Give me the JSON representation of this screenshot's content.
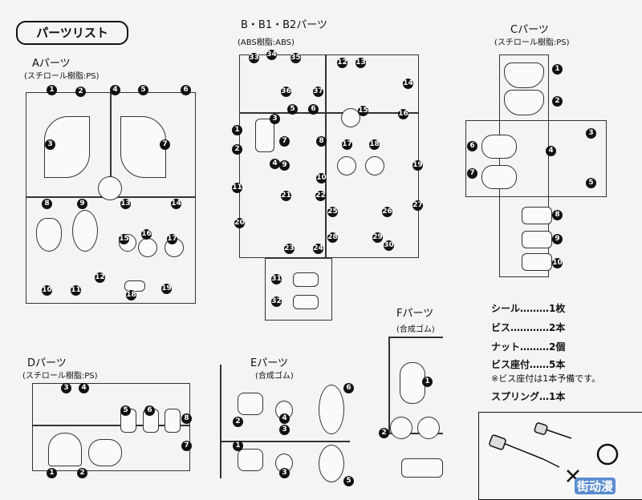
{
  "page": {
    "title": "パーツリスト"
  },
  "sections": {
    "A": {
      "label": "Aパーツ",
      "material": "(スチロール樹脂:PS)",
      "parts": [
        "1",
        "2",
        "3",
        "4",
        "5",
        "6",
        "7",
        "8",
        "9",
        "13",
        "14",
        "15",
        "16",
        "17",
        "12",
        "11",
        "10",
        "18",
        "19"
      ]
    },
    "B": {
      "label": "B・B1・B2パーツ",
      "material": "(ABS樹脂:ABS)",
      "parts": [
        "33",
        "34",
        "35",
        "36",
        "37",
        "12",
        "13",
        "14",
        "1",
        "2",
        "3",
        "4",
        "5",
        "6",
        "7",
        "8",
        "9",
        "10",
        "11",
        "15",
        "16",
        "17",
        "18",
        "19",
        "20",
        "21",
        "22",
        "23",
        "24",
        "25",
        "26",
        "27",
        "28",
        "29",
        "30",
        "31",
        "32"
      ]
    },
    "C": {
      "label": "Cパーツ",
      "material": "(スチロール樹脂:PS)",
      "parts": [
        "1",
        "2",
        "3",
        "4",
        "5",
        "6",
        "7",
        "8",
        "9",
        "10"
      ]
    },
    "D": {
      "label": "Dパーツ",
      "material": "(スチロール樹脂:PS)",
      "parts": [
        "3",
        "4",
        "5",
        "6",
        "8",
        "7",
        "1",
        "2"
      ]
    },
    "E": {
      "label": "Eパーツ",
      "material": "(合成ゴム)",
      "parts": [
        "6",
        "2",
        "4",
        "1",
        "3",
        "5",
        "3"
      ]
    },
    "F": {
      "label": "Fパーツ",
      "material": "(合成ゴム)",
      "parts": [
        "1",
        "2"
      ]
    }
  },
  "contents_list": [
    {
      "name": "シール",
      "qty": "1枚"
    },
    {
      "name": "ビス",
      "qty": "2本"
    },
    {
      "name": "ナット",
      "qty": "2個"
    },
    {
      "name": "ビス座付",
      "qty": "5本"
    },
    {
      "name": "スプリング",
      "qty": "1本"
    }
  ],
  "list_text": {
    "seal": "シール………1枚",
    "screw": "ビス…………2本",
    "nut": "ナット………2個",
    "washer_screw": "ビス座付……5本",
    "note": "※ビス座付は1本予備です。",
    "spring": "スプリング…1本"
  },
  "inset": {
    "icons": [
      "screw-icon",
      "cross-mark-icon",
      "circle-mark-icon"
    ]
  },
  "watermark": {
    "text": "街动漫"
  }
}
